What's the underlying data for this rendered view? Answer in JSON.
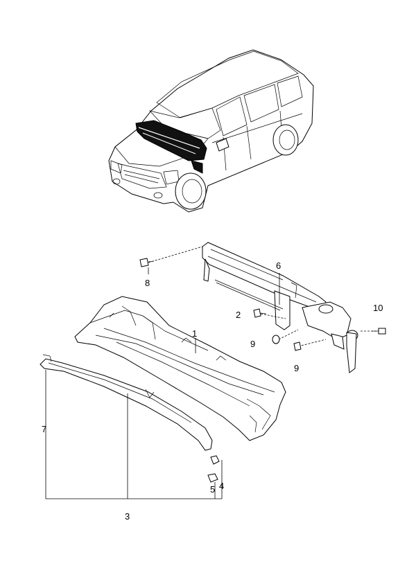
{
  "diagram": {
    "callouts": {
      "c1": "1",
      "c2": "2",
      "c3": "3",
      "c4": "4",
      "c5": "5",
      "c6": "6",
      "c7": "7",
      "c8": "8",
      "c9a": "9",
      "c9b": "9",
      "c10": "10"
    },
    "highlight_color": "#000000",
    "line_color": "#000000"
  }
}
